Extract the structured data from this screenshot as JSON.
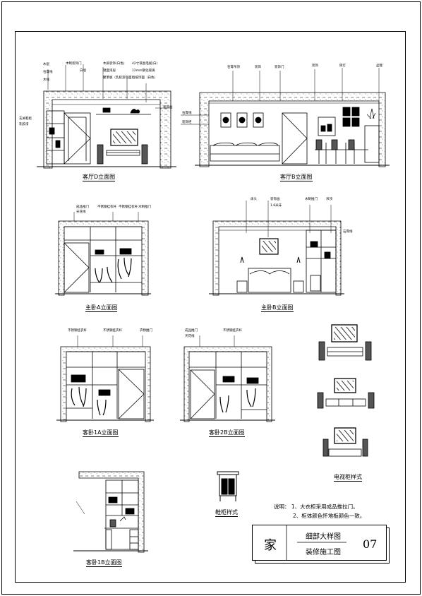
{
  "views": {
    "living_d": "客厅D立面图",
    "living_b": "客厅B立面图",
    "master_a": "主卧A立面图",
    "master_b": "主卧B立面图",
    "bed1a": "客卧1A立面图",
    "bed2b": "客卧2B立面图",
    "bed1b": "客卧1B立面图",
    "shoe": "鞋柜样式",
    "tv": "电视柜样式"
  },
  "notes": {
    "line1": "说明：  1、大衣柜采用成品推拉门。",
    "line2": "2、柜体颜色怀地板颜色一致。"
  },
  "title_block": {
    "logo": "家",
    "title_top": "细部大样图",
    "title_bottom": "装修施工图",
    "sheet_no": "07"
  },
  "callouts": {
    "ld": [
      "木层",
      "石膏线",
      "木线",
      "乳胶漆",
      "木制装饰门",
      "白墙",
      "木质装饰(白色)",
      "镜面漆层",
      "聚苯板（乳胶漆饰面）",
      "42寸液晶电视(白)",
      "12mm钢化玻璃",
      "墙纸饰面（白色）",
      "玄关鞋柜",
      "装饰画"
    ],
    "lb": [
      "石膏吊顶",
      "装饰",
      "装饰门",
      "装饰",
      "筒灯",
      "盆栽",
      "石膏线",
      "装饰柜"
    ],
    "ma": [
      "成品推门",
      "天花线",
      "不锈钢挂衣杆",
      "木制推门"
    ],
    "mb": [
      "床头",
      "装饰画",
      "1.8米床",
      "石膏线",
      "吊顶",
      "木制推门"
    ],
    "b1a": [
      "不锈钢挂衣杆",
      "衣物推门"
    ],
    "b2b": [
      "成品推门",
      "天花线",
      "不锈钢挂衣杆"
    ]
  }
}
